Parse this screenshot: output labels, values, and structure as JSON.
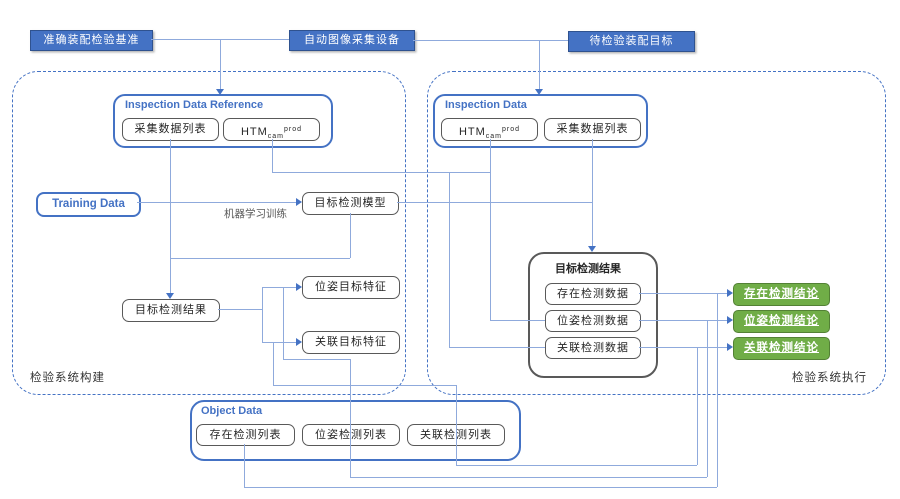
{
  "colors": {
    "accent_blue": "#4472C4",
    "connector_blue": "#8FAADC",
    "status_green": "#70AD47",
    "box_border_gray": "#595959"
  },
  "top_boxes": {
    "reference": "准确装配检验基准",
    "camera": "自动图像采集设备",
    "target": "待检验装配目标"
  },
  "htm": {
    "base": "HTM",
    "sub": "cam",
    "sup": "prod"
  },
  "construction": {
    "container_label": "检验系统构建",
    "idr_title": "Inspection Data Reference",
    "idr_list": "采集数据列表",
    "training": "Training Data",
    "ml_label": "机器学习训练",
    "model": "目标检测模型",
    "result": "目标检测结果",
    "pose_feature": "位姿目标特征",
    "assoc_feature": "关联目标特征"
  },
  "execution": {
    "container_label": "检验系统执行",
    "id_title": "Inspection Data",
    "id_list": "采集数据列表",
    "result_group_title": "目标检测结果",
    "data_items": [
      "存在检测数据",
      "位姿检测数据",
      "关联检测数据"
    ],
    "conclusions": [
      "存在检测结论",
      "位姿检测结论",
      "关联检测结论"
    ]
  },
  "object_data": {
    "title": "Object Data",
    "items": [
      "存在检测列表",
      "位姿检测列表",
      "关联检测列表"
    ]
  }
}
